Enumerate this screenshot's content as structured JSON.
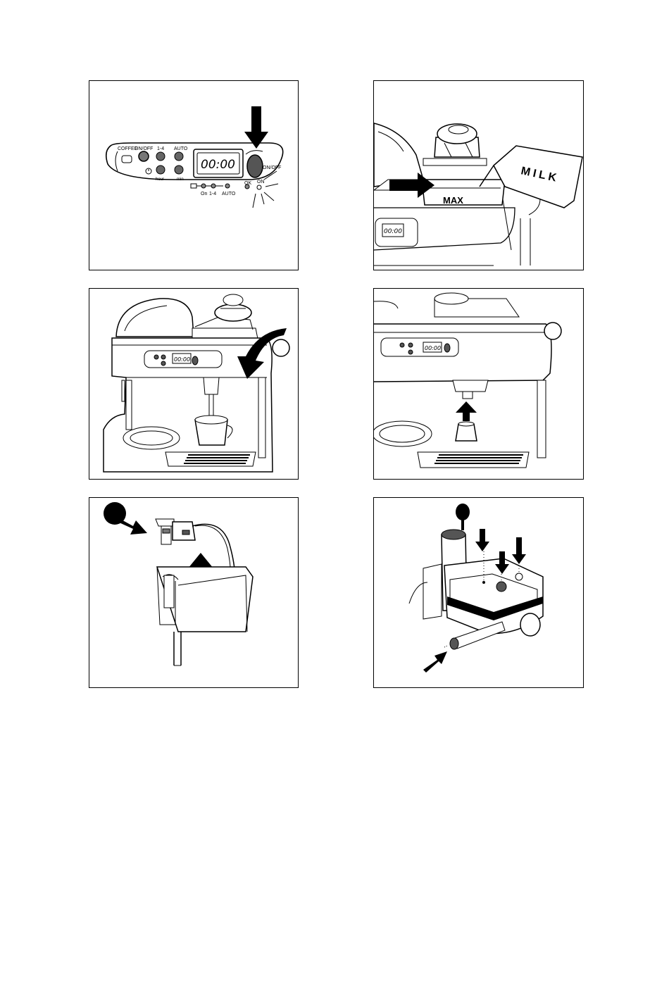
{
  "panel1": {
    "btn_coffee": "COFFEE",
    "btn_onoff": "ON/OFF",
    "btn_14": "1-4",
    "btn_auto": "AUTO",
    "lbl_hour": "hour",
    "lbl_min": "min",
    "lcd": "00:00",
    "knob_onoff": "ON/OFF",
    "knob_ok": "OK",
    "knob_on": "ON",
    "led_on": "On",
    "led_14": "1-4",
    "led_auto": "AUTO"
  },
  "panel2": {
    "milk_label": "MILK",
    "max_label": "MAX",
    "lcd": "00:00"
  },
  "panel3": {
    "lcd": "00:00"
  },
  "panel4": {
    "lcd": "00:00"
  }
}
